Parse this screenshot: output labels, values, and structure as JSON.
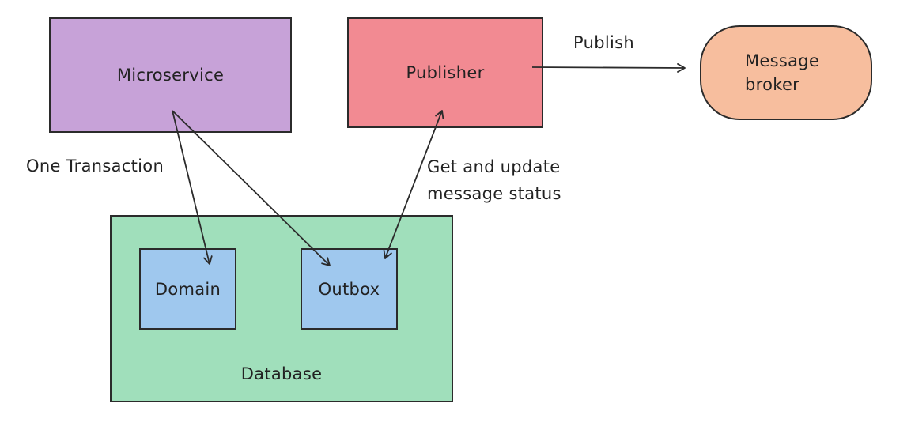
{
  "colors": {
    "microservice": "#c7a2d8",
    "publisher": "#f28a92",
    "broker": "#f7be9e",
    "database": "#a0dfbb",
    "table": "#9fc8ee",
    "stroke": "#2b2b2b"
  },
  "nodes": {
    "microservice": "Microservice",
    "publisher": "Publisher",
    "broker_line1": "Message",
    "broker_line2": "broker",
    "database": "Database",
    "domain": "Domain",
    "outbox": "Outbox"
  },
  "edges": {
    "publish": "Publish",
    "transaction": "One Transaction",
    "status_line1": "Get and update",
    "status_line2": "message status"
  }
}
